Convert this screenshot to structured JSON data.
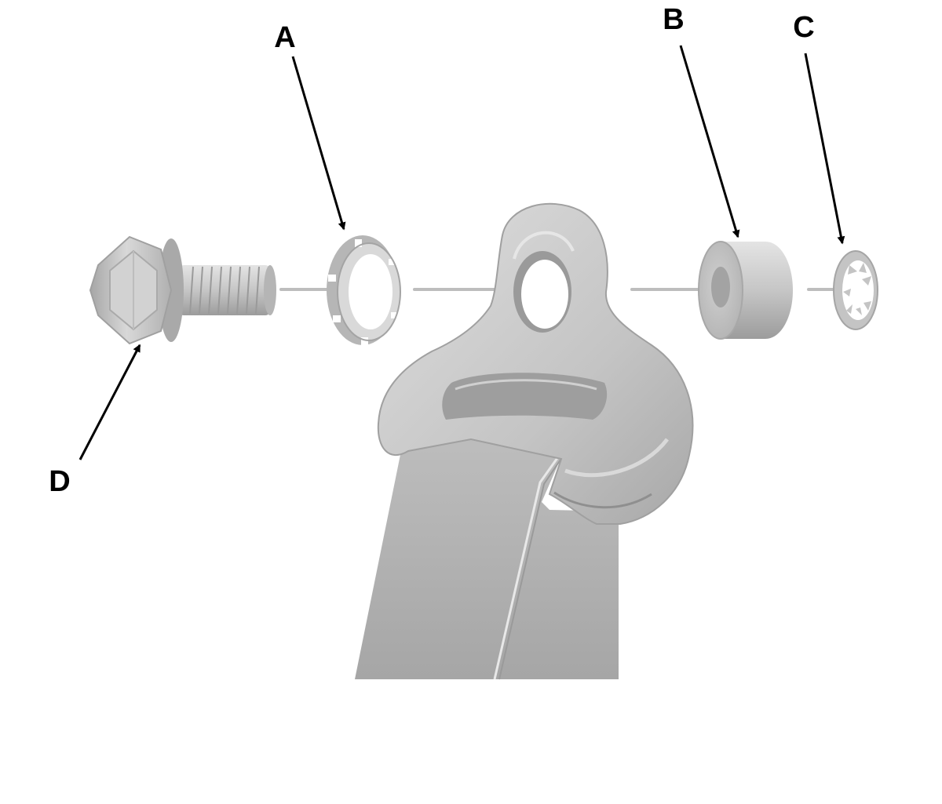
{
  "callouts": {
    "a": "A",
    "b": "B",
    "c": "C",
    "d": "D"
  },
  "parts": {
    "a": "slotted-ring-icon",
    "b": "spacer-collar-icon",
    "c": "star-lock-washer-icon",
    "d": "flange-bolt-icon",
    "anchor": "seat-belt-anchor-plate-icon",
    "webbing": "seat-belt-webbing-icon"
  },
  "colors": {
    "part_light": "#d6d6d6",
    "part_mid": "#b8b8b8",
    "part_dark": "#8e8e8e",
    "axis_line": "#bdbdbd",
    "arrow": "#000000",
    "background": "#ffffff"
  }
}
